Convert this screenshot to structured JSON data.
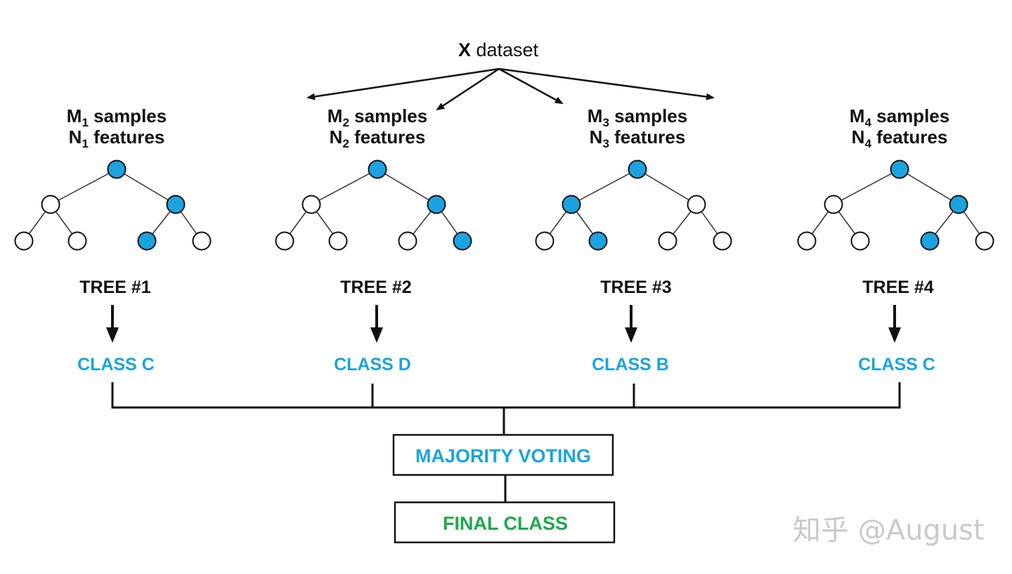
{
  "diagram": {
    "title": {
      "bold": "X",
      "rest": " dataset"
    },
    "colors": {
      "accent_blue": "#1aa3e0",
      "final_green": "#1fa84b",
      "node_fill_active": "#1aa3e0",
      "node_fill_inactive": "#ffffff",
      "stroke": "#111111",
      "watermark": "#c9c9c9"
    },
    "trees": [
      {
        "samples_var": "M",
        "samples_sub": "1",
        "samples_word": " samples",
        "features_var": "N",
        "features_sub": "1",
        "features_word": " features",
        "label": "TREE #1",
        "class": "CLASS C",
        "active_nodes": {
          "root": true,
          "l": false,
          "r": true,
          "ll": false,
          "lr": false,
          "rl": true,
          "rr": false
        }
      },
      {
        "samples_var": "M",
        "samples_sub": "2",
        "samples_word": " samples",
        "features_var": "N",
        "features_sub": "2",
        "features_word": " features",
        "label": "TREE #2",
        "class": "CLASS D",
        "active_nodes": {
          "root": true,
          "l": false,
          "r": true,
          "ll": false,
          "lr": false,
          "rl": false,
          "rr": true
        }
      },
      {
        "samples_var": "M",
        "samples_sub": "3",
        "samples_word": " samples",
        "features_var": "N",
        "features_sub": "3",
        "features_word": " features",
        "label": "TREE #3",
        "class": "CLASS B",
        "active_nodes": {
          "root": true,
          "l": true,
          "r": false,
          "ll": false,
          "lr": true,
          "rl": false,
          "rr": false
        }
      },
      {
        "samples_var": "M",
        "samples_sub": "4",
        "samples_word": " samples",
        "features_var": "N",
        "features_sub": "4",
        "features_word": " features",
        "label": "TREE #4",
        "class": "CLASS C",
        "active_nodes": {
          "root": true,
          "l": false,
          "r": true,
          "ll": false,
          "lr": false,
          "rl": true,
          "rr": false
        }
      }
    ],
    "voting_box": "MAJORITY VOTING",
    "final_box": "FINAL CLASS",
    "watermark": "知乎 @August"
  }
}
